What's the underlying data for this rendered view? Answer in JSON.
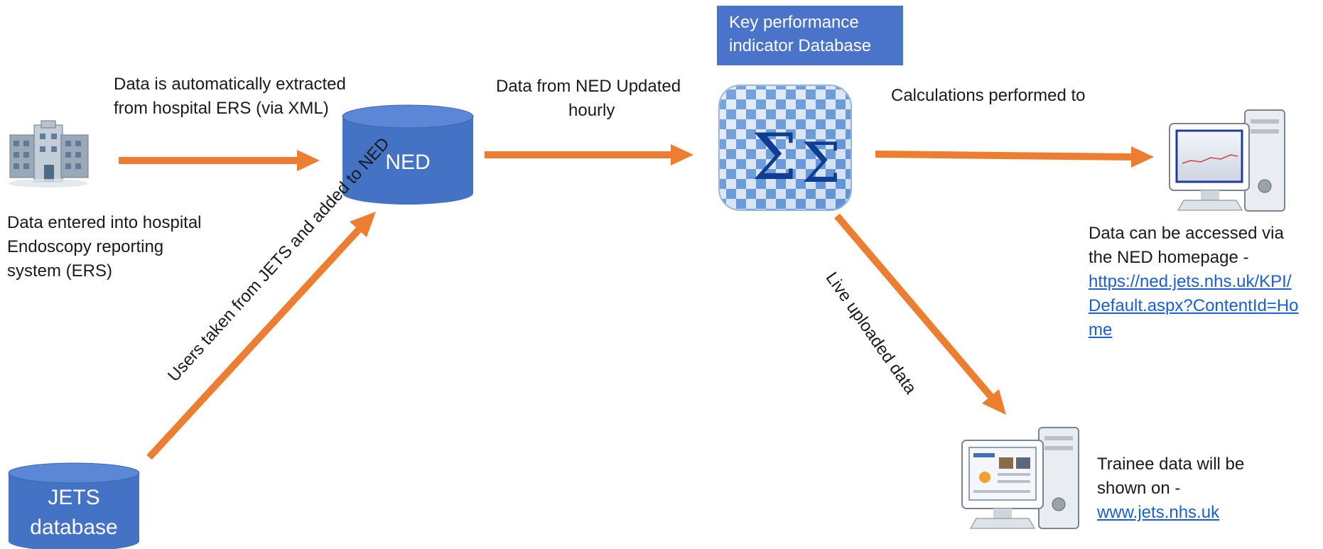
{
  "colors": {
    "arrow": "#ed7d31",
    "cylinder": "#4472c4",
    "cylinder_top": "#5b87d6",
    "label_box": "#4a74c9",
    "link": "#1a5fd6"
  },
  "icons": {
    "hospital": "hospital-building-icon",
    "kpi_cube": "sigma-cube-icon",
    "computer_top": "desktop-computer-icon",
    "computer_bottom": "desktop-computer-icon"
  },
  "hospital": {
    "extract_text_1": "Data is automatically extracted",
    "extract_text_2": "from hospital ERS (via XML)",
    "entered_text_1": "Data entered into hospital",
    "entered_text_2": "Endoscopy reporting",
    "entered_text_3": "system (ERS)"
  },
  "ned": {
    "label": "NED",
    "update_text_1": "Data from NED Updated",
    "update_text_2": "hourly"
  },
  "jets": {
    "label_1": "JETS",
    "label_2": "database",
    "arrow_text": "Users taken from JETS and added to NED"
  },
  "kpi": {
    "box_line_1": "Key performance",
    "box_line_2": "indicator Database",
    "calc_text": "Calculations performed to",
    "live_text": "Live uploaded data"
  },
  "ned_homepage": {
    "line_1": "Data can be accessed via",
    "line_2": "the NED homepage -",
    "link_1": "https://ned.jets.nhs.uk/KPI/",
    "link_2": "Default.aspx?ContentId=Ho",
    "link_3": "me"
  },
  "trainee": {
    "line_1": "Trainee data will be",
    "line_2": "shown on -",
    "link": "www.jets.nhs.uk"
  }
}
